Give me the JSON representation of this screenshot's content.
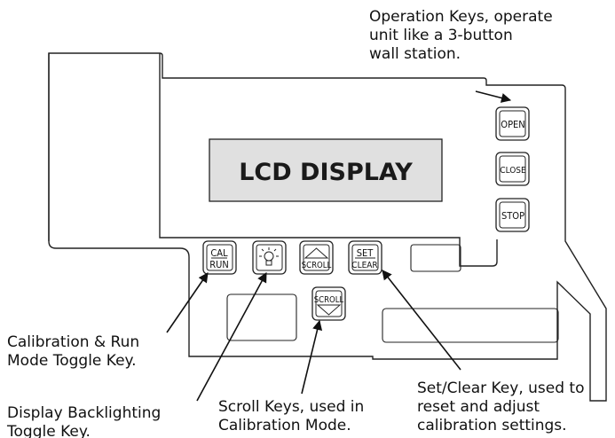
{
  "lcd": {
    "label": "LCD DISPLAY"
  },
  "keys": {
    "open": "OPEN",
    "close": "CLOSE",
    "stop": "STOP",
    "cal_run": [
      "CAL",
      "RUN"
    ],
    "backlight_icon": "lightbulb-icon",
    "scroll_up": "SCROLL",
    "scroll_down": "SCROLL",
    "set_clear": [
      "SET",
      "CLEAR"
    ]
  },
  "callouts": {
    "operation_keys": [
      "Operation Keys, operate",
      "unit like a 3-button",
      "wall station."
    ],
    "cal_run": [
      "Calibration & Run",
      "Mode Toggle Key."
    ],
    "backlight": [
      "Display Backlighting",
      "Toggle Key."
    ],
    "scroll": [
      "Scroll Keys, used in",
      "Calibration Mode."
    ],
    "set_clear": [
      "Set/Clear Key, used to",
      "reset and adjust",
      "calibration settings."
    ]
  }
}
